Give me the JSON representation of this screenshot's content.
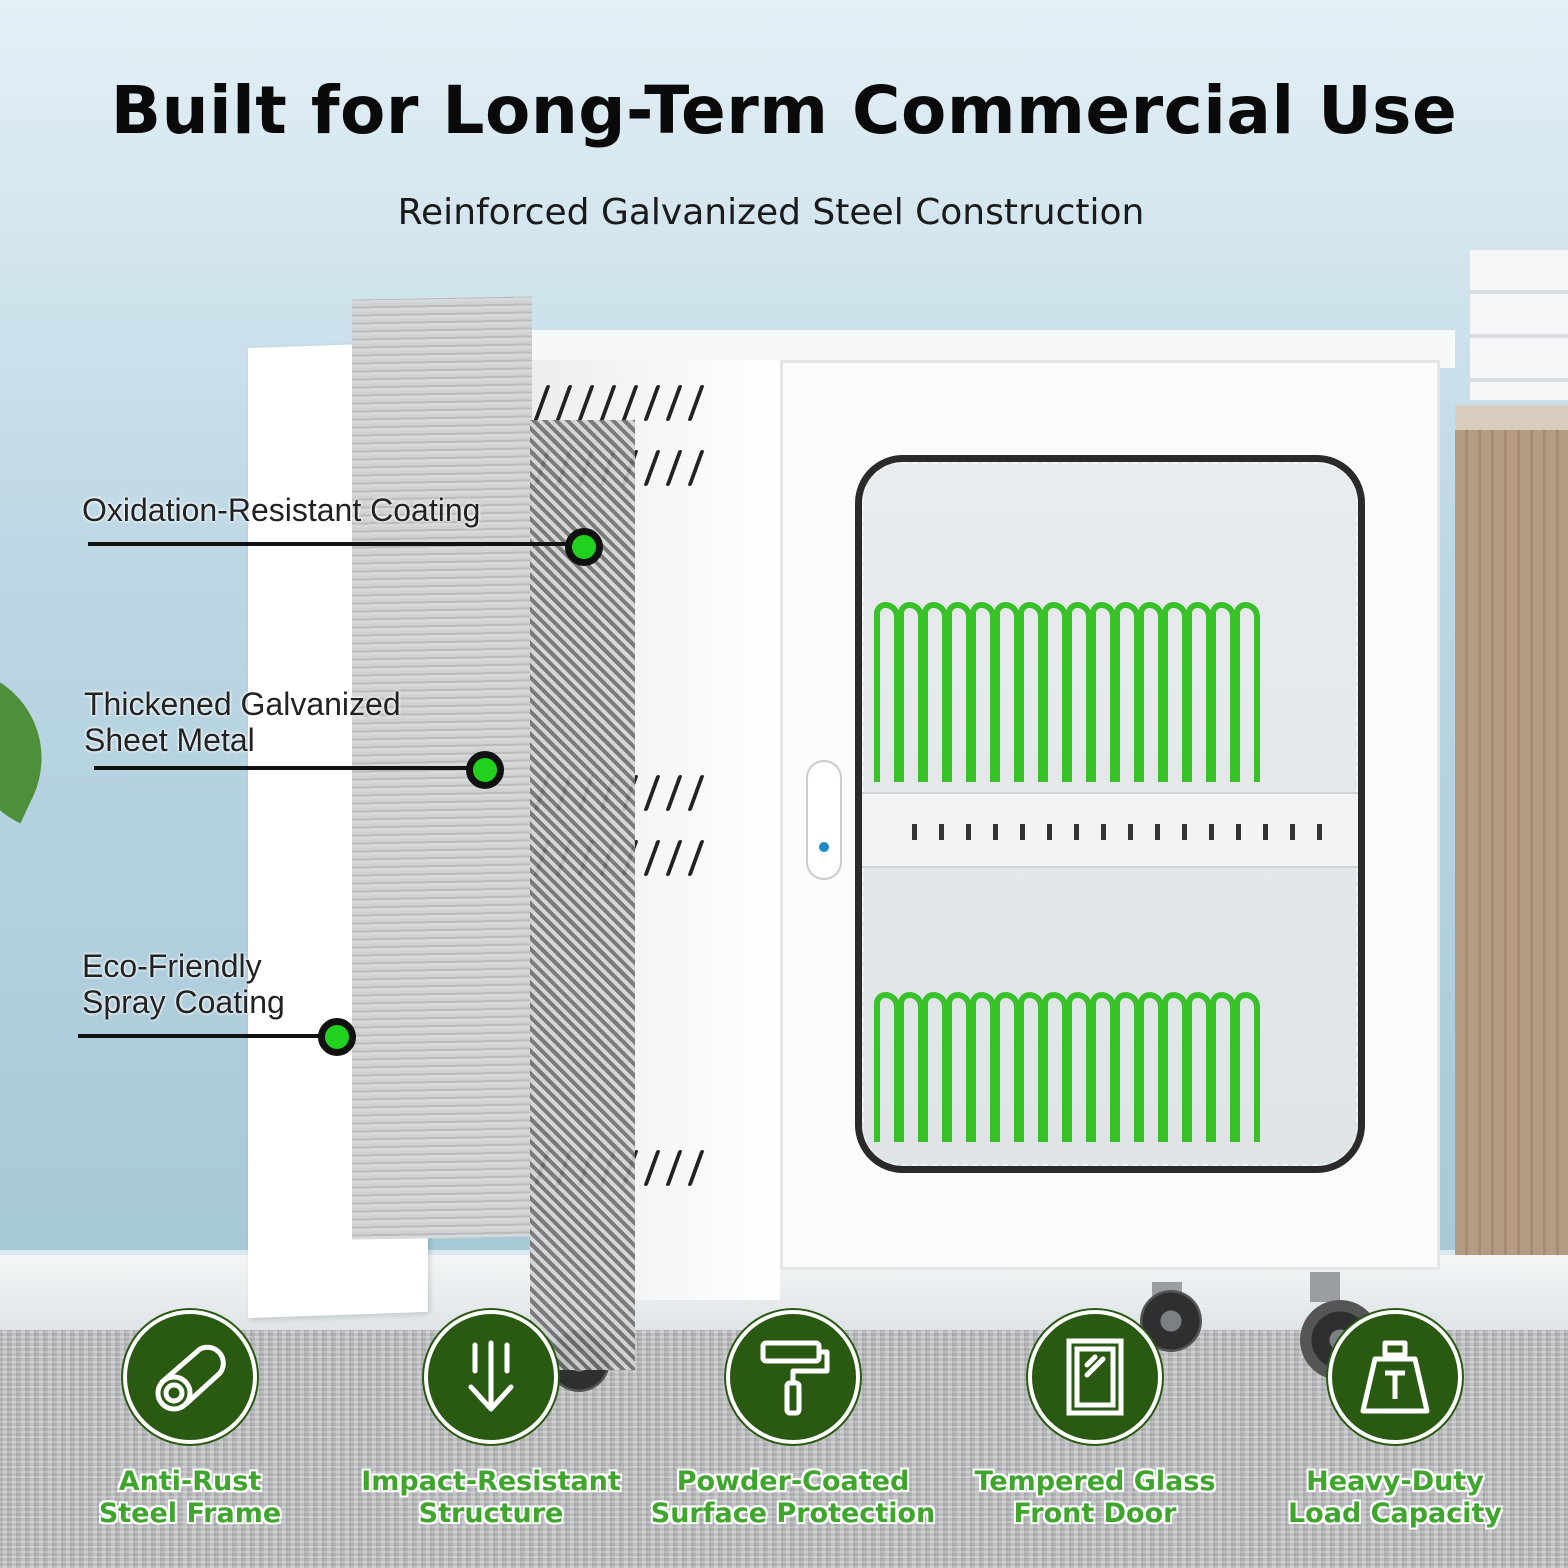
{
  "header": {
    "title": "Built for Long-Term Commercial Use",
    "subtitle": "Reinforced Galvanized Steel Construction"
  },
  "callouts": [
    {
      "lines": [
        "Oxidation-Resistant Coating"
      ]
    },
    {
      "lines": [
        "Thickened Galvanized",
        "Sheet Metal"
      ]
    },
    {
      "lines": [
        "Eco-Friendly",
        "Spray Coating"
      ]
    }
  ],
  "features": [
    {
      "icon": "steel-pipe-icon",
      "line1": "Anti-Rust",
      "line2": "Steel Frame"
    },
    {
      "icon": "impact-arrow-icon",
      "line1": "Impact-Resistant",
      "line2": "Structure"
    },
    {
      "icon": "paint-roller-icon",
      "line1": "Powder-Coated",
      "line2": "Surface Protection"
    },
    {
      "icon": "glass-door-icon",
      "line1": "Tempered Glass",
      "line2": "Front Door"
    },
    {
      "icon": "weight-icon",
      "line1": "Heavy-Duty",
      "line2": "Load Capacity"
    }
  ],
  "colors": {
    "accent_green": "#22d11e",
    "badge_green": "#2a5a12",
    "label_green": "#3fa52d"
  }
}
